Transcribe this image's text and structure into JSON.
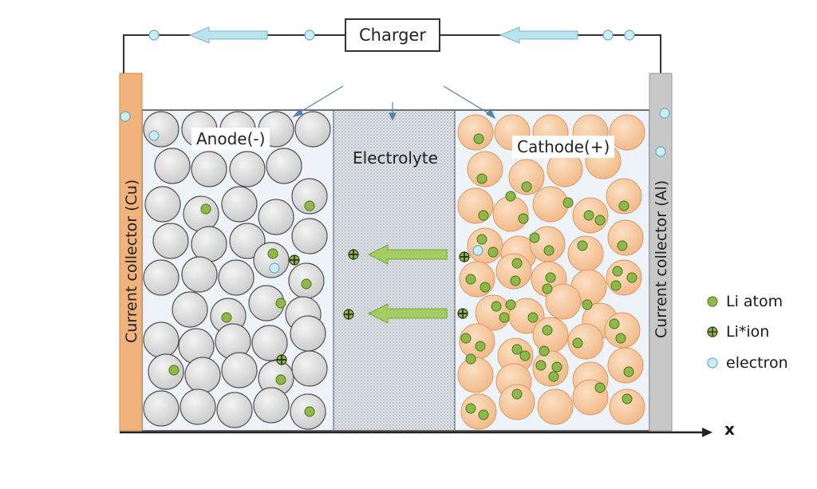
{
  "charger": {
    "label": "Charger"
  },
  "regions": {
    "anode": "Anode(-)",
    "electrolyte": "Electrolyte",
    "cathode": "Cathode(+)"
  },
  "collectors": {
    "left": "Current collector (Cu)",
    "right": "Current collector (Al)"
  },
  "axis": {
    "label": "x"
  },
  "legend": [
    {
      "symbol": "li-atom",
      "label": "Li atom"
    },
    {
      "symbol": "li-ion",
      "label": "Li*ion"
    },
    {
      "symbol": "electron",
      "label": "electron"
    }
  ],
  "colors": {
    "anode_particle": "#d9d9d9",
    "cathode_particle": "#f7c79a",
    "li_atom": "#8fb84a",
    "electron": "#c9eef5",
    "arrow": "#9cc65a",
    "wire_arrow": "#b9e3ee",
    "cu_collector": "#f2b27c",
    "al_collector": "#c8c8c8",
    "electrolyte": "#cdd3da"
  }
}
